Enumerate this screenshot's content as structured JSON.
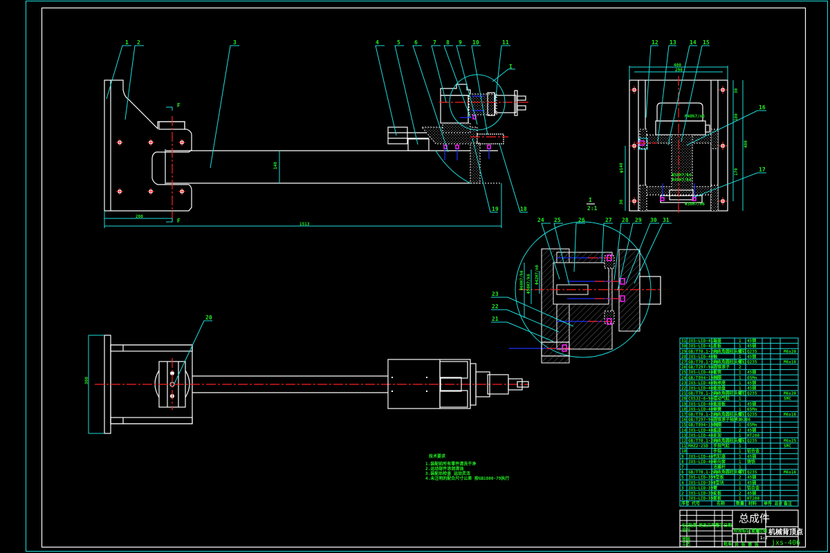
{
  "drawing": {
    "title": "总成件",
    "subtitle": "机械背顶点",
    "drawing_no": "jxs-406",
    "scale": "1:2",
    "sheet_info": "共 张 第 张"
  },
  "part_labels": {
    "top_view": [
      "1",
      "2",
      "3",
      "4",
      "5",
      "6",
      "7",
      "8",
      "9",
      "10",
      "11",
      "18",
      "19"
    ],
    "side_view": [
      "12",
      "13",
      "14",
      "15",
      "16",
      "17"
    ],
    "detail_view": [
      "21",
      "22",
      "23",
      "24",
      "25",
      "26",
      "27",
      "28",
      "29",
      "30",
      "31"
    ],
    "bottom_view": [
      "20"
    ],
    "detail_marker": "I",
    "detail_ref": "I",
    "detail_scale": "2:1",
    "section_marker": "F"
  },
  "dimensions": {
    "base_width": "200",
    "arm_height": "140",
    "overall_length": "1513",
    "bottom_height": "300",
    "side_outer_width": "400",
    "side_inner_width": "290",
    "side_dim_top": "30",
    "side_dim_mid": "180",
    "side_dim_lower": "170",
    "side_dim_total": "400",
    "side_dim_left": "φ140",
    "side_dim_bot": "30",
    "fit_1": "M40h7/n6",
    "fit_2": "Φ50H7/k6",
    "fit_3": "Φ40H7/k6",
    "fit_4": "Φ38H7/n6",
    "detail_fit_1": "Φ60H7/h6",
    "detail_fit_2": "Φ50H7/k6",
    "detail_fit_3": "Φ42H7/n6"
  },
  "notes": {
    "heading": "技术要求",
    "lines": [
      "1.装配前所有零件清洗干净",
      "2.运动部件涂润滑油",
      "3.装配后检查 运动灵活",
      "4.未注明的配合尺寸公差 按GB1800-79执行"
    ]
  },
  "bom": {
    "rows": [
      {
        "no": "31",
        "code": "JXS-LID-411",
        "name": "端盖",
        "qty": "1",
        "mat": "45钢",
        "note": ""
      },
      {
        "no": "30",
        "code": "JXS-LID-410",
        "name": "压板",
        "qty": "1",
        "mat": "45钢",
        "note": ""
      },
      {
        "no": "29",
        "code": "GB/T70.1-2000",
        "name": "内六角圆柱头螺钉",
        "qty": "4",
        "mat": "Q235",
        "note": "M6x20"
      },
      {
        "no": "28",
        "code": "JXS-LID-409",
        "name": "轴",
        "qty": "1",
        "mat": "45钢",
        "note": ""
      },
      {
        "no": "27",
        "code": "GB/T70.1-2000",
        "name": "内六角圆柱头螺钉",
        "qty": "4",
        "mat": "Q235",
        "note": "M6x16"
      },
      {
        "no": "26",
        "code": "GB/T297-94",
        "name": "圆锥滚子",
        "qty": "2",
        "mat": "",
        "note": ""
      },
      {
        "no": "25",
        "code": "JXS-LID-408",
        "name": "套筒",
        "qty": "1",
        "mat": "45钢",
        "note": ""
      },
      {
        "no": "24",
        "code": "GB/T894-1986",
        "name": "挡圈",
        "qty": "1",
        "mat": "65Mn",
        "note": ""
      },
      {
        "no": "23",
        "code": "JXS-LID-407",
        "name": "轴承座",
        "qty": "1",
        "mat": "45钢",
        "note": ""
      },
      {
        "no": "22",
        "code": "JXS-LID-406",
        "name": "连接盘",
        "qty": "1",
        "mat": "45钢",
        "note": ""
      },
      {
        "no": "21",
        "code": "GB/T70.1-2000",
        "name": "内六角圆柱头螺钉",
        "qty": "4",
        "mat": "Q235",
        "note": "M6x20"
      },
      {
        "no": "20",
        "code": "CXSJ2-6-90",
        "name": "摆动气缸",
        "qty": "1",
        "mat": "",
        "note": "SMC"
      },
      {
        "no": "19",
        "code": "JXS-LID-405",
        "name": "连接板",
        "qty": "1",
        "mat": "45钢",
        "note": ""
      },
      {
        "no": "18",
        "code": "JXS-LID-404",
        "name": "弹簧",
        "qty": "1",
        "mat": "65Mn",
        "note": ""
      },
      {
        "no": "17",
        "code": "GB/T70.1-2000",
        "name": "内六角圆柱头螺钉",
        "qty": "8",
        "mat": "Q235",
        "note": "M6x16"
      },
      {
        "no": "16",
        "code": "GB/T297-94",
        "name": "圆锥滚子轴承30206",
        "qty": "2",
        "mat": "",
        "note": ""
      },
      {
        "no": "15",
        "code": "GB/T894-1986",
        "name": "挡圈",
        "qty": "1",
        "mat": "65Mn",
        "note": ""
      },
      {
        "no": "14",
        "code": "JXS-LID-403",
        "name": "底座",
        "qty": "2",
        "mat": "45钢",
        "note": ""
      },
      {
        "no": "13",
        "code": "JXS-LID-402",
        "name": "支架",
        "qty": "1",
        "mat": "HT200",
        "note": ""
      },
      {
        "no": "12",
        "code": "GB/T70.1-2000",
        "name": "内六角圆柱头螺钉",
        "qty": "2",
        "mat": "Q235",
        "note": "M6x25"
      },
      {
        "no": "11",
        "code": "MHZ2-25D",
        "name": "手指气缸",
        "qty": "1",
        "mat": "",
        "note": "SMC"
      },
      {
        "no": "10",
        "code": "",
        "name": "手指",
        "qty": "1",
        "mat": "铝合金",
        "note": ""
      },
      {
        "no": "9",
        "code": "JXS-LID-401",
        "name": "气缸座",
        "qty": "1",
        "mat": "45钢",
        "note": ""
      },
      {
        "no": "8",
        "code": "JXS-LID-400",
        "name": "导向套",
        "qty": "1",
        "mat": "铸铁",
        "note": ""
      },
      {
        "no": "7",
        "code": "",
        "name": "活塞杆",
        "qty": "1",
        "mat": "",
        "note": ""
      },
      {
        "no": "6",
        "code": "GB/T70.1-2000",
        "name": "内六角圆柱头螺钉",
        "qty": "4",
        "mat": "Q235",
        "note": "M6x16"
      },
      {
        "no": "5",
        "code": "JXS-LID-399",
        "name": "T型板",
        "qty": "2",
        "mat": "45钢",
        "note": ""
      },
      {
        "no": "4",
        "code": "JXS-LID-398",
        "name": "T型块",
        "qty": "1",
        "mat": "45钢",
        "note": ""
      },
      {
        "no": "3",
        "code": "JXS-LID-397",
        "name": "臂",
        "qty": "1",
        "mat": "铝合金",
        "note": ""
      },
      {
        "no": "2",
        "code": "JXS-LID-396",
        "name": "立板",
        "qty": "2",
        "mat": "45钢",
        "note": ""
      },
      {
        "no": "1",
        "code": "JXS-LID-395",
        "name": "底板",
        "qty": "1",
        "mat": "HT200",
        "note": ""
      }
    ],
    "header": {
      "no": "序号",
      "code": "代号",
      "name": "名称",
      "qty": "数量",
      "mat": "材料",
      "weight": "单件 总计",
      "note": "备注"
    }
  },
  "title_block": {
    "row_labels": [
      "标记",
      "处数",
      "更改文件号",
      "签字",
      "日期"
    ],
    "design": "设计",
    "check": "审核",
    "process": "工艺",
    "approve": "批准",
    "stage": "阶段标记",
    "weight": "重量",
    "scale_label": "比例",
    "sheet": "共 张 第 张"
  }
}
